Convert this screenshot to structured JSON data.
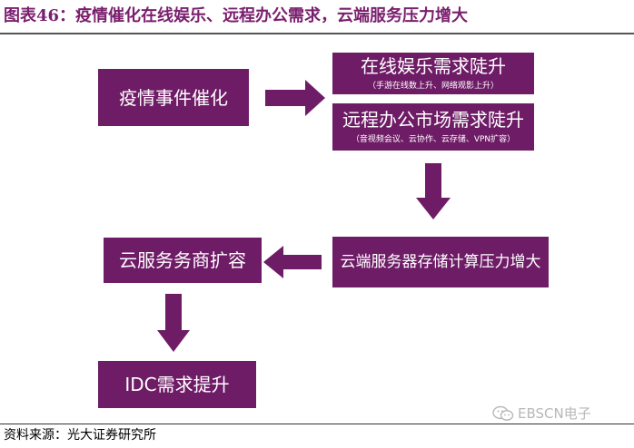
{
  "figure": {
    "title": "图表46：疫情催化在线娱乐、远程办公需求，云端服务压力增大",
    "source": "资料来源：光大证券研究所"
  },
  "nodes": {
    "trigger": {
      "label": "疫情事件催化"
    },
    "entertainment": {
      "label": "在线娱乐需求陡升",
      "note": "（手游在线数上升、网络观影上升）"
    },
    "remote_work": {
      "label": "远程办公市场需求陡升",
      "note": "（音视频会议、云协作、云存储、VPN扩容）"
    },
    "server_pressure": {
      "label": "云端服务器存储计算压力增大"
    },
    "cloud_expansion": {
      "label": "云服务务商扩容"
    },
    "idc": {
      "label": "IDC需求提升"
    }
  },
  "watermark": {
    "text": "EBSCN电子",
    "icon": "wechat-icon"
  },
  "colors": {
    "box_fill": "#6f1c67",
    "arrow_fill": "#6f1c67",
    "title_text": "#7a1f6e",
    "box_text": "#ffffff"
  }
}
